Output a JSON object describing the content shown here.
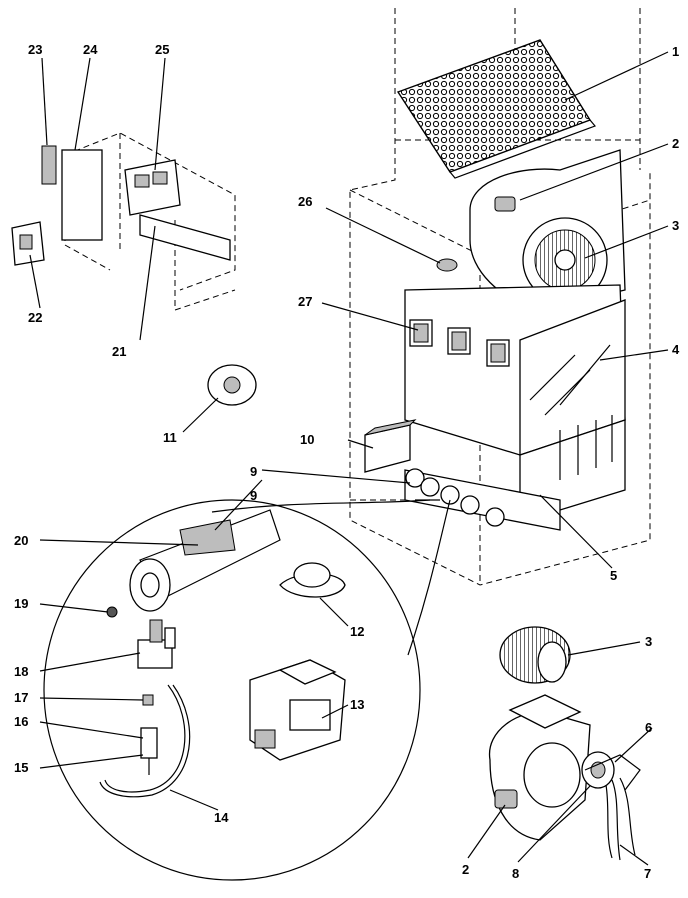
{
  "diagram": {
    "callouts": [
      {
        "id": "c1",
        "label": "1"
      },
      {
        "id": "c2a",
        "label": "2"
      },
      {
        "id": "c3a",
        "label": "3"
      },
      {
        "id": "c4",
        "label": "4"
      },
      {
        "id": "c5",
        "label": "5"
      },
      {
        "id": "c9",
        "label": "9"
      },
      {
        "id": "c10",
        "label": "10"
      },
      {
        "id": "c11",
        "label": "11"
      },
      {
        "id": "c20",
        "label": "20"
      },
      {
        "id": "c9b",
        "label": "9"
      },
      {
        "id": "c12",
        "label": "12"
      },
      {
        "id": "c19",
        "label": "19"
      },
      {
        "id": "c18",
        "label": "18"
      },
      {
        "id": "c17",
        "label": "17"
      },
      {
        "id": "c16",
        "label": "16"
      },
      {
        "id": "c15",
        "label": "15"
      },
      {
        "id": "c13",
        "label": "13"
      },
      {
        "id": "c14",
        "label": "14"
      },
      {
        "id": "c3b",
        "label": "3"
      },
      {
        "id": "c6",
        "label": "6"
      },
      {
        "id": "c2b",
        "label": "2"
      },
      {
        "id": "c8",
        "label": "8"
      },
      {
        "id": "c7",
        "label": "7"
      },
      {
        "id": "c21",
        "label": "21"
      },
      {
        "id": "c22",
        "label": "22"
      },
      {
        "id": "c23",
        "label": "23"
      },
      {
        "id": "c24",
        "label": "24"
      },
      {
        "id": "c25",
        "label": "25"
      },
      {
        "id": "c26",
        "label": "26"
      },
      {
        "id": "c27",
        "label": "27"
      }
    ]
  }
}
